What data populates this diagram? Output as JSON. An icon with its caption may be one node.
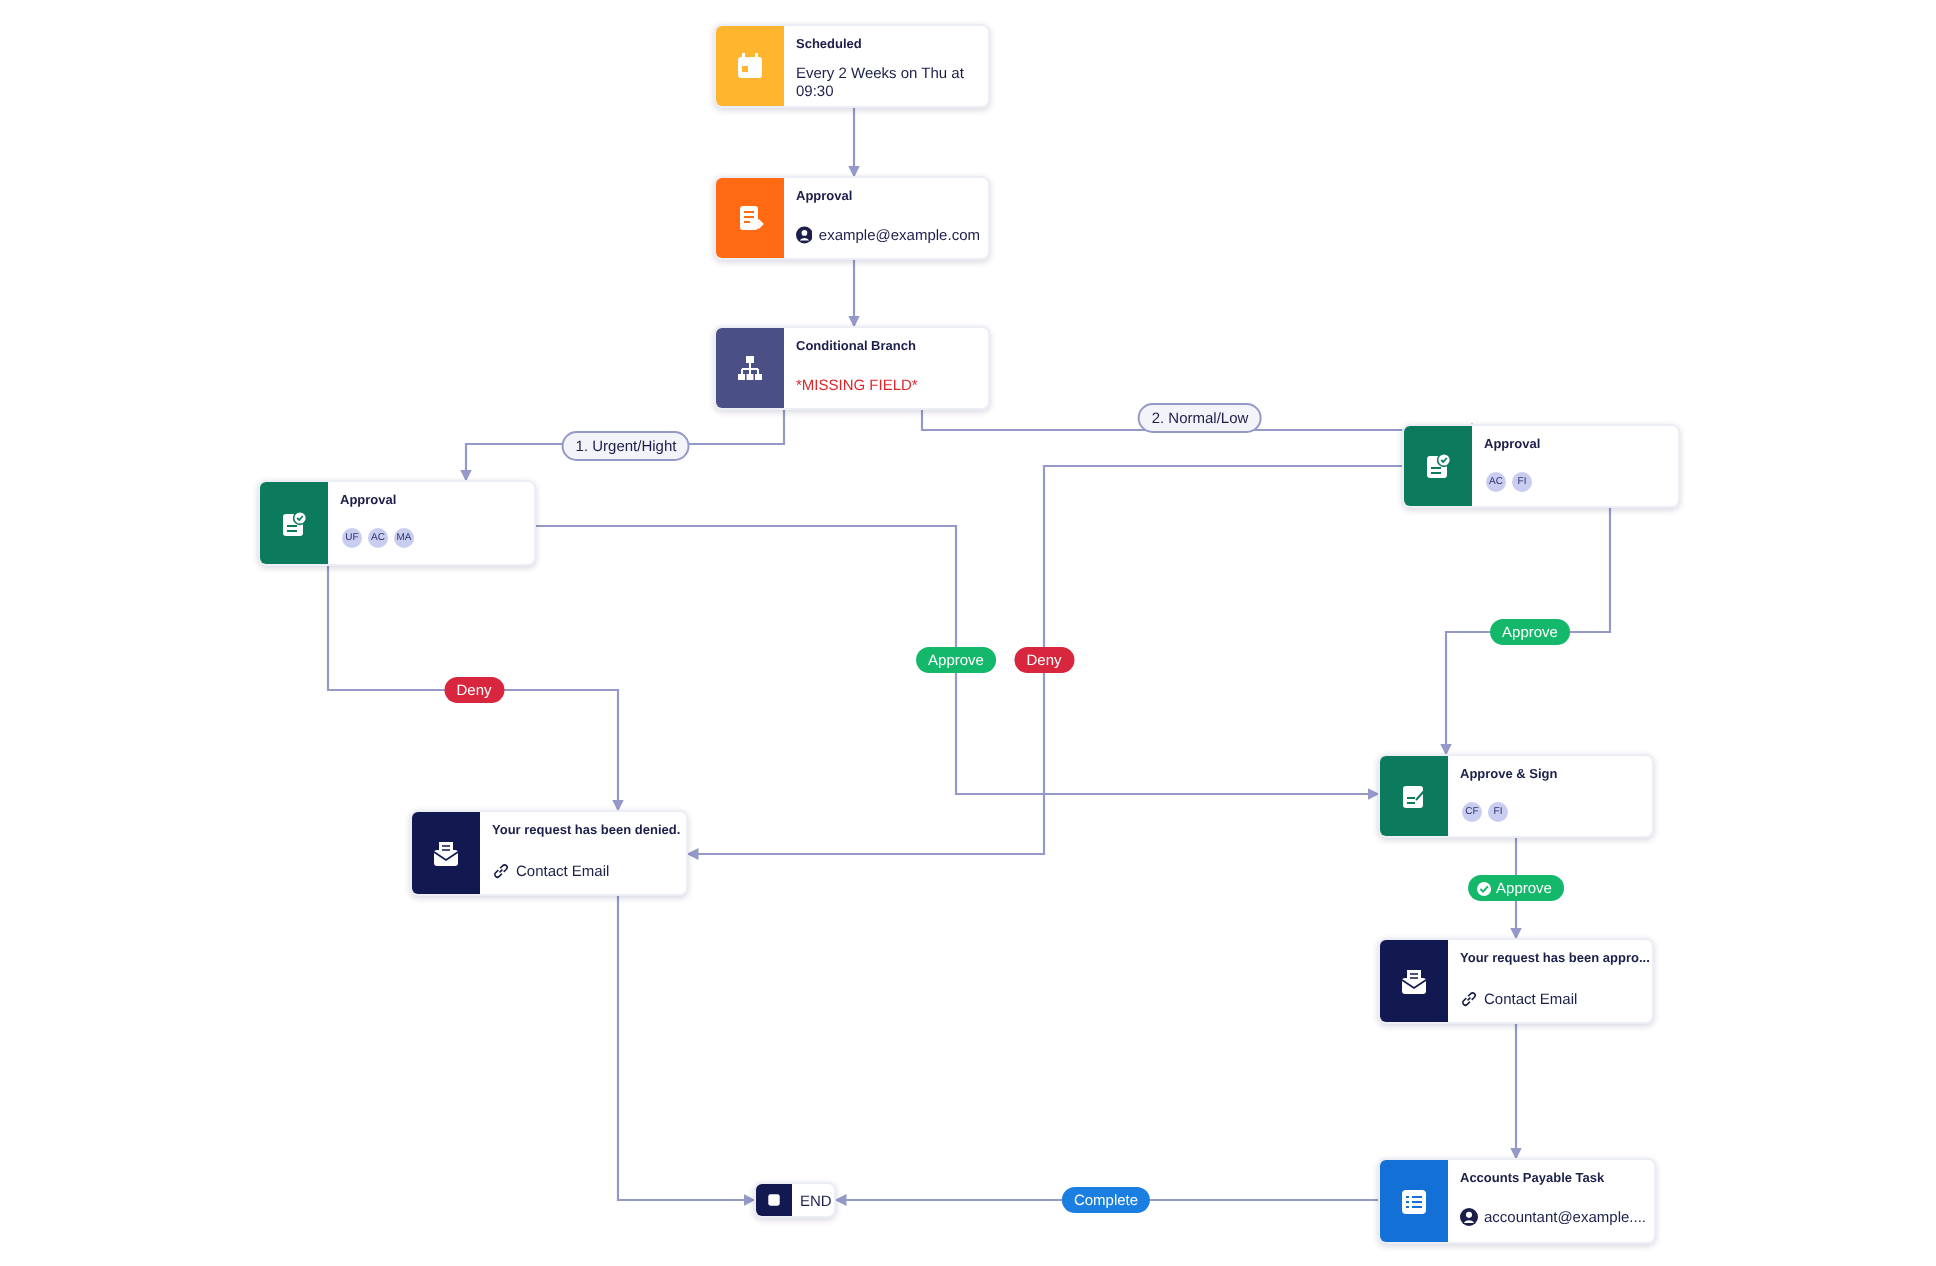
{
  "diagram": {
    "nodes": [
      {
        "text": [
          "Scheduled",
          "Every 2 Weeks on Thu at 09:30"
        ]
      },
      {
        "text": [
          "Approval",
          "example@example.com"
        ]
      },
      {
        "text": [
          "Conditional Branch",
          "*MISSING FIELD*"
        ]
      },
      {
        "text": [
          "Approval",
          "UF",
          "AC",
          "MA"
        ]
      },
      {
        "text": [
          "Approval",
          "AC",
          "FI"
        ]
      },
      {
        "text": [
          "Approve & Sign",
          "CF",
          "FI"
        ]
      },
      {
        "text": [
          "Your request has been denied.",
          "Contact Email"
        ]
      },
      {
        "text": [
          "Your request has been appro...",
          "Contact Email"
        ]
      },
      {
        "text": [
          "Accounts Payable Task",
          "accountant@example...."
        ]
      },
      {
        "text": [
          "END"
        ]
      }
    ],
    "edges": [
      {
        "from": 0,
        "to": 1,
        "arrow": "to"
      },
      {
        "from": 1,
        "to": 2,
        "arrow": "to"
      },
      {
        "from": 2,
        "to": 3,
        "arrow": "to",
        "label": "1. Urgent/Hight"
      },
      {
        "from": 2,
        "to": 4,
        "arrow": "to",
        "label": "2. Normal/Low"
      },
      {
        "from": 3,
        "to": 6,
        "arrow": "to",
        "label": "Deny"
      },
      {
        "from": 3,
        "to": 5,
        "arrow": "to",
        "label": "Approve"
      },
      {
        "from": 4,
        "to": 6,
        "arrow": "to",
        "label": "Deny"
      },
      {
        "from": 4,
        "to": 5,
        "arrow": "to",
        "label": "Approve"
      },
      {
        "from": 5,
        "to": 7,
        "arrow": "to",
        "label": "Approve"
      },
      {
        "from": 6,
        "to": 9,
        "arrow": "to"
      },
      {
        "from": 7,
        "to": 8,
        "arrow": "to"
      },
      {
        "from": 8,
        "to": 9,
        "arrow": "to",
        "label": "Complete"
      }
    ]
  }
}
